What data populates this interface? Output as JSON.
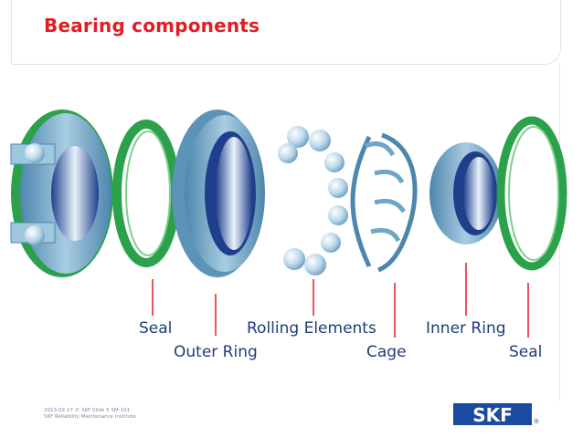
{
  "title": "Bearing components",
  "labels": {
    "seal_left": "Seal",
    "outer_ring": "Outer Ring",
    "rolling_elements": "Rolling Elements",
    "cage": "Cage",
    "inner_ring": "Inner Ring",
    "seal_right": "Seal"
  },
  "footer": {
    "line1": "2013-02-17 © SKF Slide 5 SM-101",
    "line2": "SKF Reliability Maintenance Institute"
  },
  "logo": {
    "text": "SKF",
    "registered": "®"
  },
  "colors": {
    "title": "#e31b23",
    "label_text": "#1f3c7a",
    "leader_line": "#e31b23",
    "ring_blue": "#6ea6c8",
    "seal_green": "#2aa14a",
    "ball": "#b9d8ea",
    "logo_blue": "#1a4ba0"
  }
}
